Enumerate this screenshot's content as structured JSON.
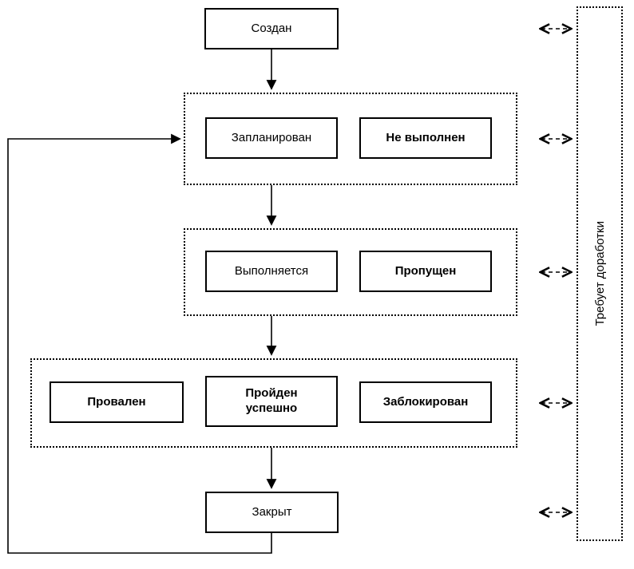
{
  "diagram": {
    "nodes": {
      "created": {
        "label": "Создан"
      },
      "planned": {
        "label": "Запланирован"
      },
      "not_executed": {
        "label": "Не выполнен"
      },
      "running": {
        "label": "Выполняется"
      },
      "skipped": {
        "label": "Пропущен"
      },
      "failed": {
        "label": "Провален"
      },
      "passed": {
        "label": "Пройден\nуспешно"
      },
      "blocked": {
        "label": "Заблокирован"
      },
      "closed": {
        "label": "Закрыт"
      },
      "rework": {
        "label": "Требует доработки"
      }
    },
    "colors": {
      "line": "#000000",
      "background": "#ffffff"
    }
  }
}
